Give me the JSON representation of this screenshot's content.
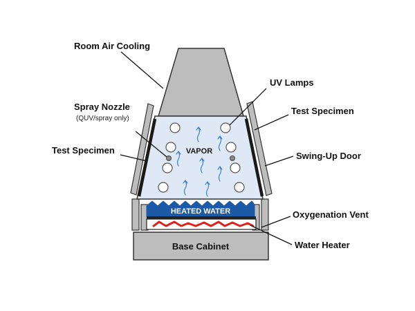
{
  "labels": {
    "room_air_cooling": "Room Air Cooling",
    "uv_lamps": "UV Lamps",
    "spray_nozzle": "Spray Nozzle",
    "spray_nozzle_note": "(QUV/spray only)",
    "test_specimen_right": "Test Specimen",
    "test_specimen_left": "Test Specimen",
    "swing_up_door": "Swing-Up Door",
    "vapor": "VAPOR",
    "heated_water": "HEATED WATER",
    "oxygenation_vent": "Oxygenation Vent",
    "water_heater": "Water Heater",
    "base_cabinet": "Base Cabinet"
  },
  "colors": {
    "chamber_fill": "#dfe9f5",
    "water_blue": "#1c5aa8",
    "heater_red": "#e0221a",
    "vapor_arrow": "#3a7fd0",
    "metal_gray": "#bdbdbd",
    "outline": "#333333"
  }
}
